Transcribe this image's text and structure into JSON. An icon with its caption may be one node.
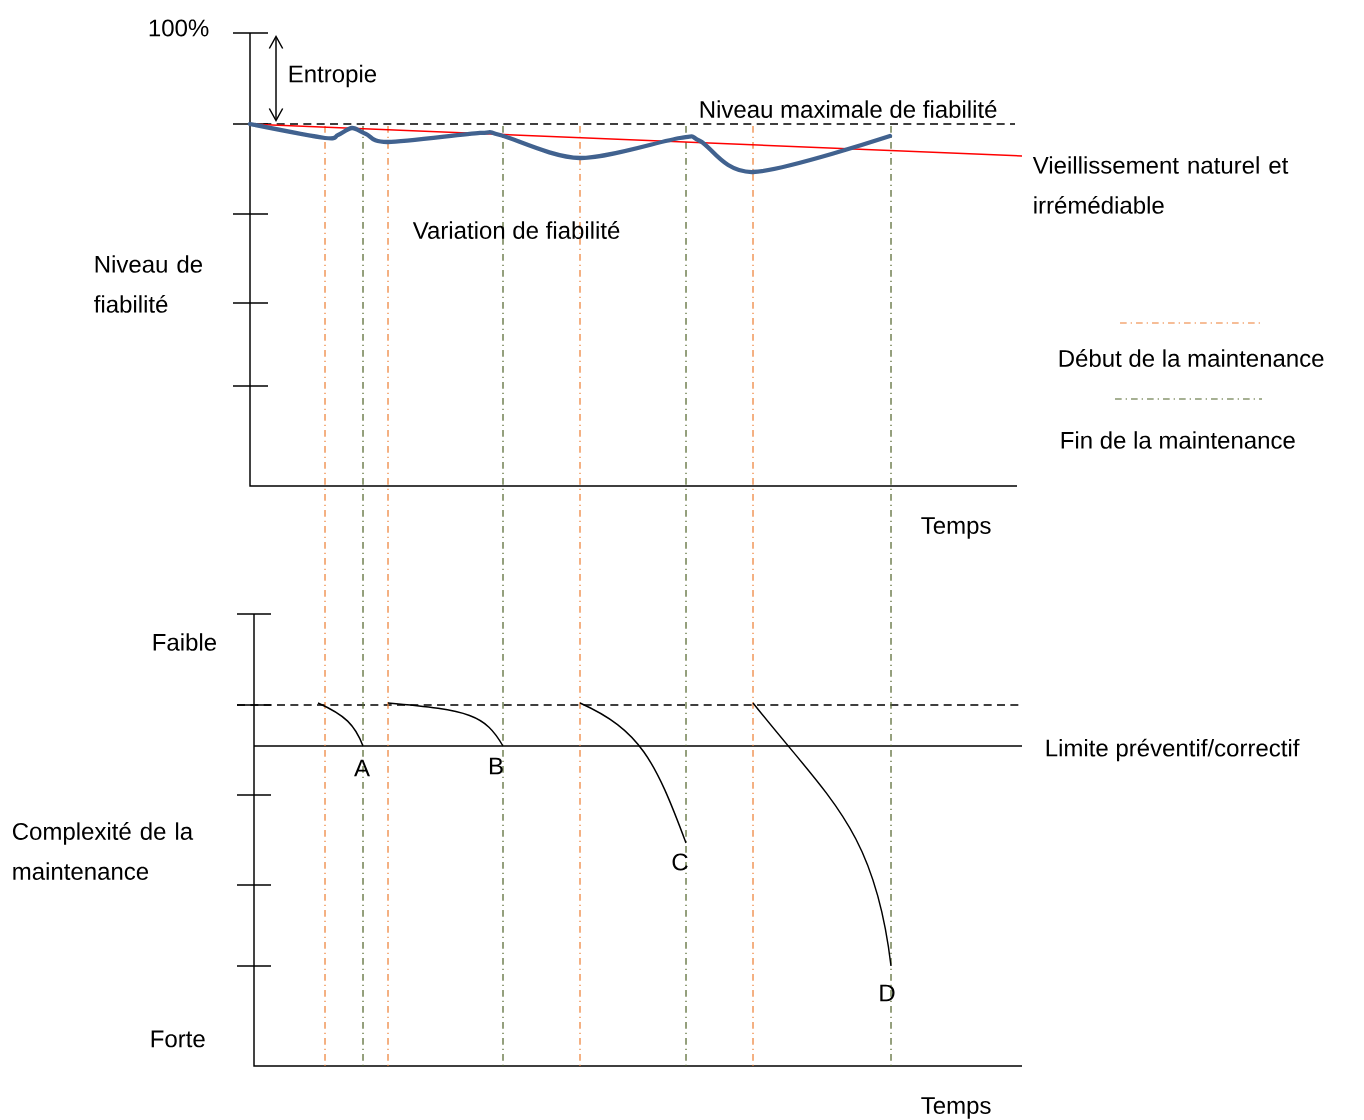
{
  "diagram": {
    "labels": [
      "100%",
      "Entropie",
      "Niveau maximale de fiabilité",
      "Vieillissement naturel et irrémédiable",
      "Variation de fiabilité",
      "Niveau de fiabilité",
      "Temps",
      "Faible",
      "Limite préventif/correctif",
      "A",
      "B",
      "Complexité de la maintenance",
      "C",
      "Forte",
      "D",
      "Temps"
    ],
    "legend": [
      {
        "text": "Début de la maintenance"
      },
      {
        "text": "Fin de la maintenance"
      }
    ]
  }
}
